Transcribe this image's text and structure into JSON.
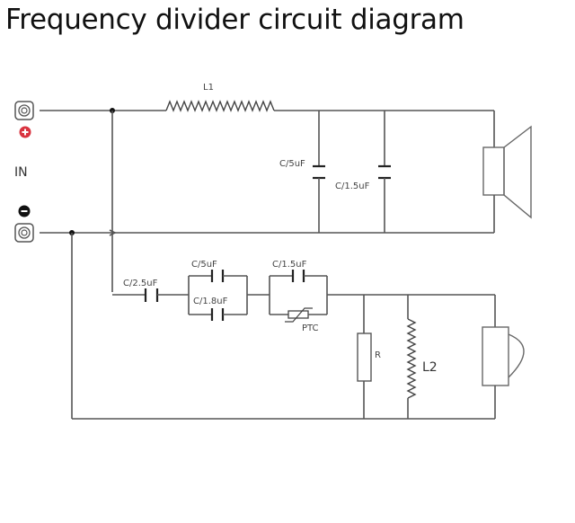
{
  "title": "Frequency divider circuit diagram",
  "input": {
    "label": "IN",
    "positive_icon": "plus-circle-icon",
    "negative_icon": "minus-circle-icon",
    "positive_color": "#d9333f",
    "negative_color": "#111111"
  },
  "woofer_section": {
    "inductor": "L1",
    "capacitors": [
      "C/5uF",
      "C/1.5uF"
    ],
    "speaker": "woofer-speaker-icon"
  },
  "tweeter_section": {
    "series_capacitor": "C/2.5uF",
    "parallel_pair_1": [
      "C/5uF",
      "C/1.8uF"
    ],
    "parallel_pair_2": {
      "capacitor": "C/1.5uF",
      "thermistor": "PTC"
    },
    "resistor": "R",
    "inductor": "L2",
    "speaker": "tweeter-speaker-icon"
  }
}
